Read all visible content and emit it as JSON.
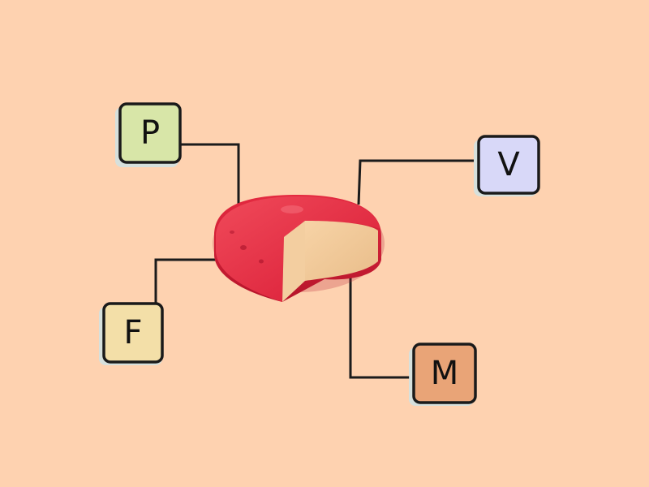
{
  "nodes": {
    "p": {
      "label": "P",
      "color": "#d8e6a8"
    },
    "v": {
      "label": "V",
      "color": "#d8d8f8"
    },
    "f": {
      "label": "F",
      "color": "#f3dfa8"
    },
    "m": {
      "label": "M",
      "color": "#e9a477"
    }
  },
  "colors": {
    "background": "#fed2b0",
    "wax": "#e0253a",
    "cheese": "#f2c99a",
    "line": "#1b1b1b"
  }
}
